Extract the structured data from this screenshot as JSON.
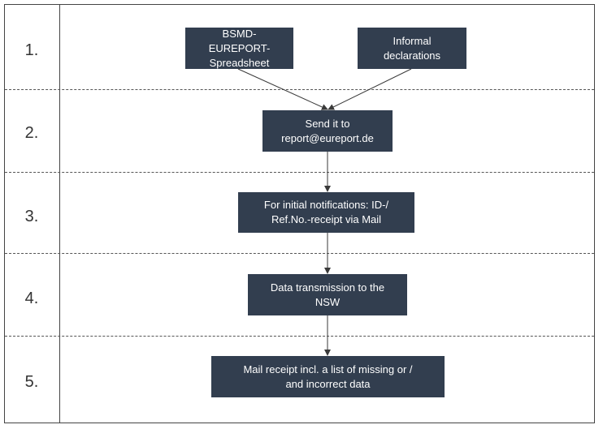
{
  "steps": [
    {
      "label": "1."
    },
    {
      "label": "2."
    },
    {
      "label": "3."
    },
    {
      "label": "4."
    },
    {
      "label": "5."
    }
  ],
  "boxes": {
    "bsmd_spreadsheet": "BSMD-\nEUREPORT-\nSpreadsheet",
    "informal_declarations": "Informal\ndeclarations",
    "send_to_email": "Send it to\nreport@eureport.de",
    "initial_notifications": "For initial notifications: ID-/\nRef.No.-receipt via Mail",
    "data_transmission": "Data transmission to the\nNSW",
    "mail_receipt": "Mail receipt incl. a list of missing or /\nand incorrect data"
  },
  "colors": {
    "box_fill": "#323e4f",
    "box_text": "#ffffff",
    "border": "#444444",
    "arrow": "#3a3a3a"
  }
}
